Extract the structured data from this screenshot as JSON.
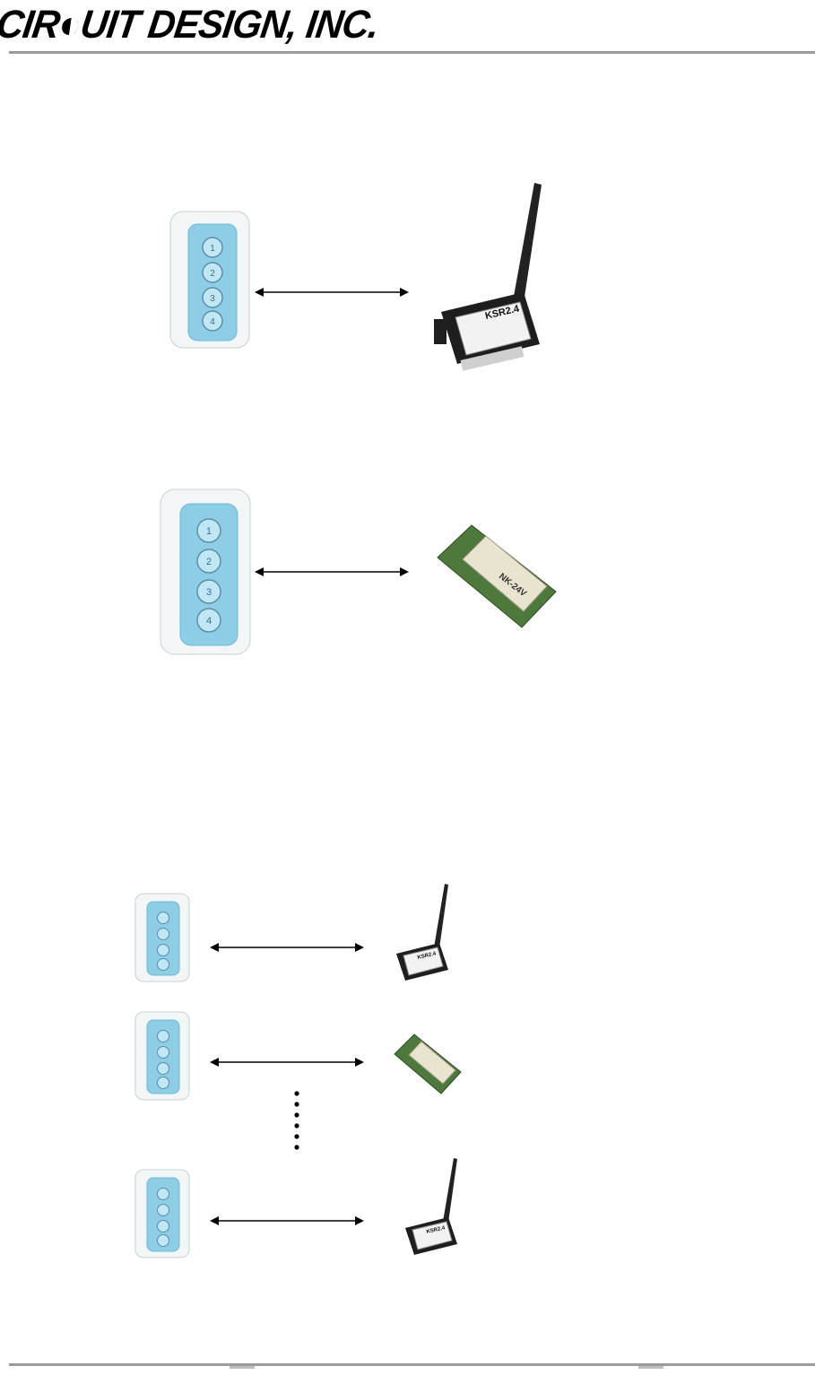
{
  "header": {
    "logo_text": "CIR◐UIT DESIGN, INC."
  },
  "illustrations": {
    "row1": {
      "remote_buttons": [
        "1",
        "2",
        "3",
        "4"
      ],
      "receiver_label": "KSR2.4"
    },
    "row2": {
      "remote_buttons": [
        "1",
        "2",
        "3",
        "4"
      ],
      "module_label": "NK-24V"
    },
    "list": {
      "receiver_label": "KSR2.4"
    }
  },
  "colors": {
    "remote_body": "#eef2f2",
    "remote_panel": "#8ecde6",
    "remote_button": "#b9e2f2",
    "receiver_body": "#1c1c1c",
    "module_pcb": "#4d7a3c",
    "module_shield": "#e8e4cf",
    "rule": "#9a9a9a"
  }
}
